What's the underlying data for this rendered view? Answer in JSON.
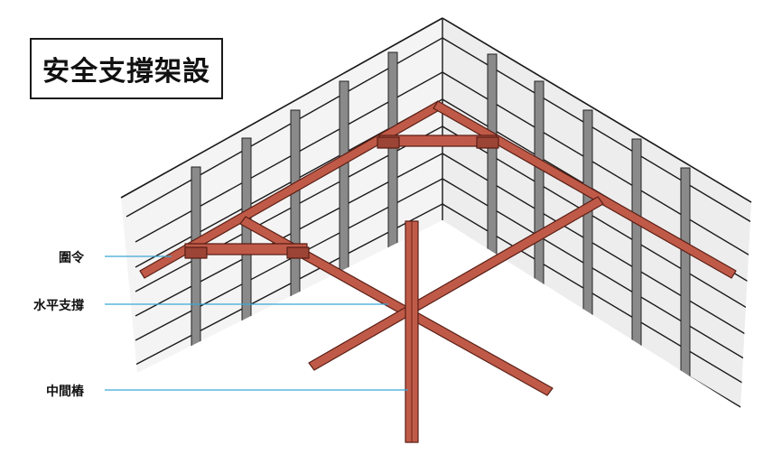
{
  "title": "安全支撐架設",
  "labels": {
    "ring_beam": "圍令",
    "horizontal_strut": "水平支撐",
    "center_post": "中間樁"
  },
  "colors": {
    "steel": "#c05a48",
    "steel_dark": "#7a2e22",
    "wall_panel": "#efefef",
    "pile": "#8a8a8a",
    "leader_line": "#3aa6d8"
  }
}
